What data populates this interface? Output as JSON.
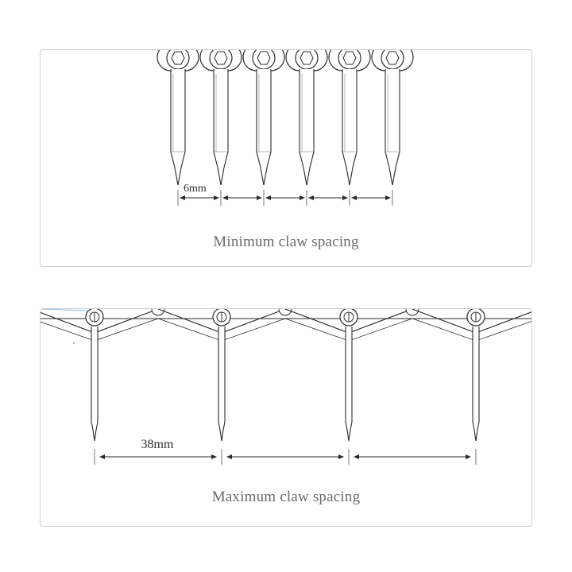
{
  "panels": [
    {
      "caption": "Minimum claw spacing",
      "dimension_label": "6mm",
      "claw_count": 6,
      "spacing_mm": 6
    },
    {
      "caption": "Maximum claw spacing",
      "dimension_label": "38mm",
      "claw_count": 4,
      "spacing_mm": 38
    }
  ],
  "colors": {
    "line": "#2a2a2a",
    "caption": "#6a6a6a",
    "border": "#cfcfcf",
    "accent": "#8fbde6"
  }
}
